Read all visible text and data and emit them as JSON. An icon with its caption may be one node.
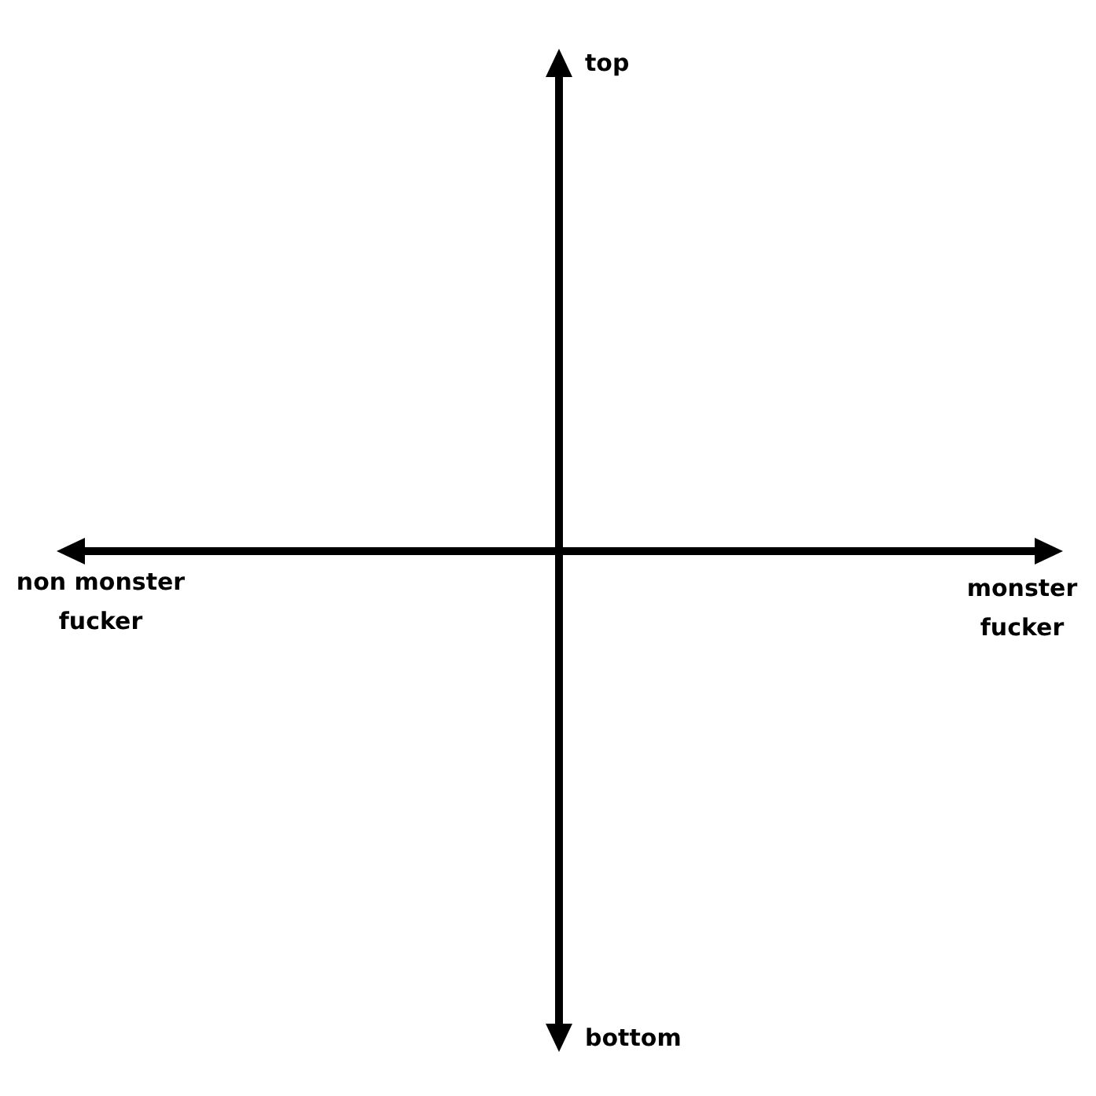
{
  "diagram": {
    "labels": [
      "top",
      "non monster fucker",
      "monster fucker",
      "bottom"
    ]
  }
}
